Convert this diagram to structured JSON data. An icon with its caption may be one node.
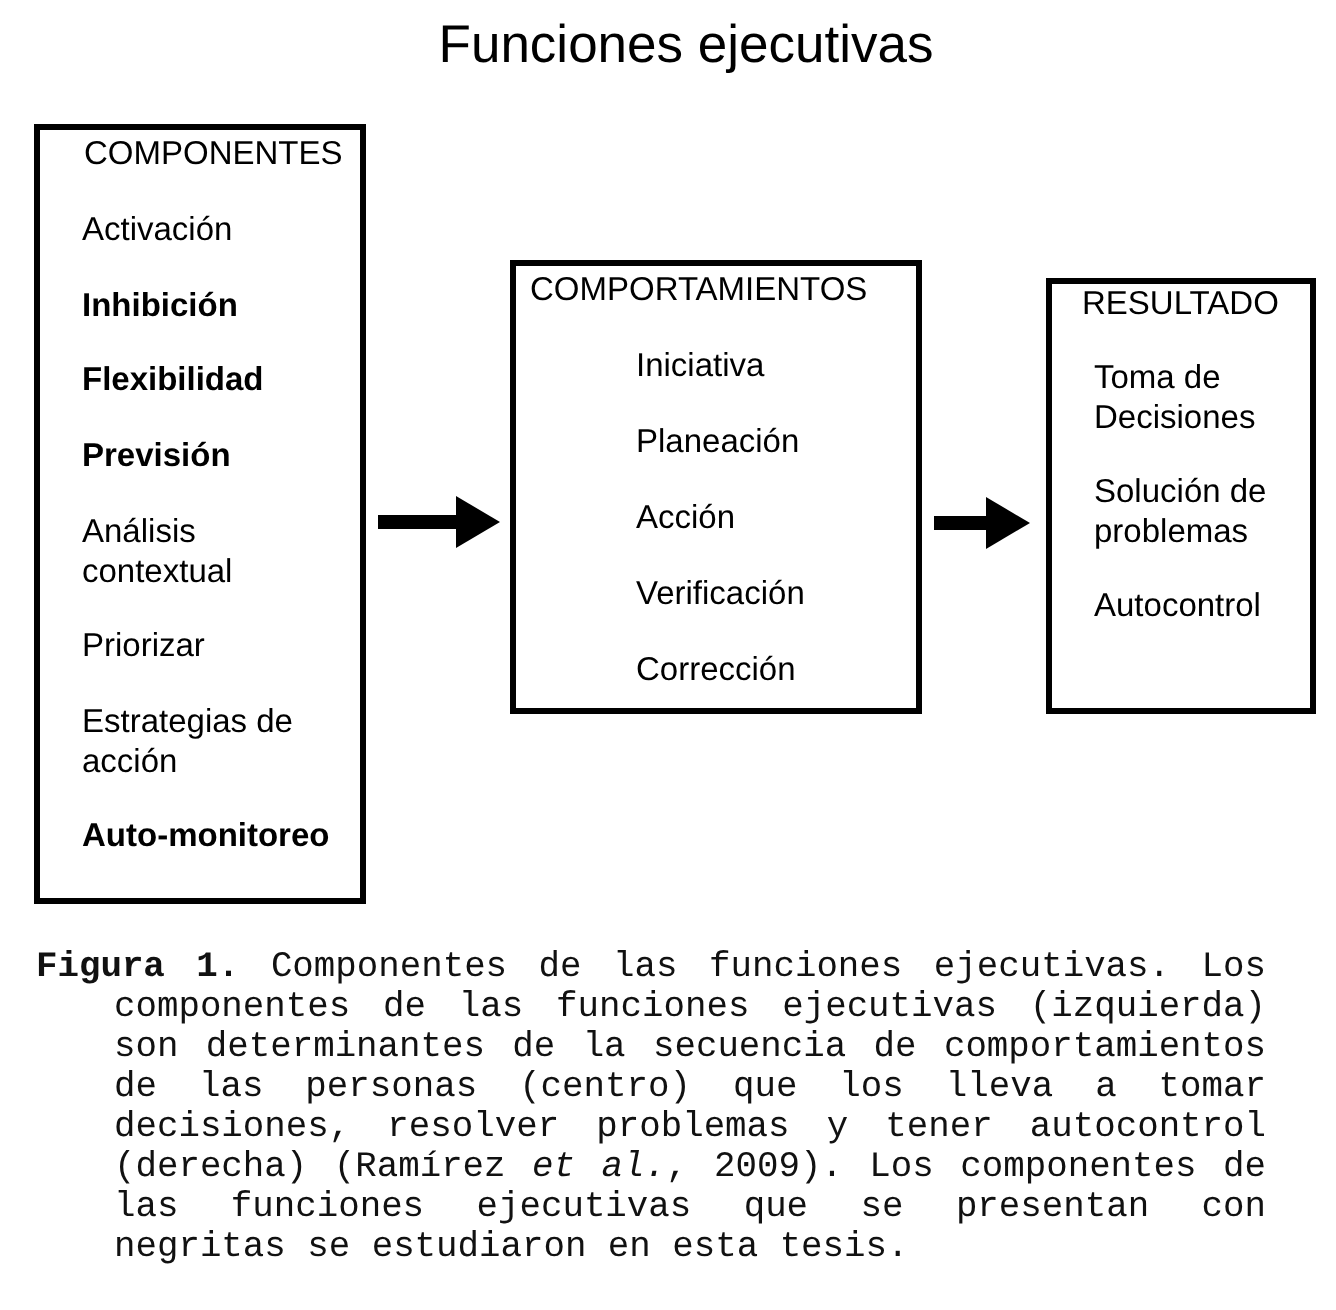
{
  "diagram": {
    "title": "Funciones ejecutivas",
    "caption": "**Figura 1.** Componentes de las funciones ejecutivas. Los componentes de las funciones ejecutivas (izquierda) son determinantes de la secuencia de comportamientos de las personas (centro) que los lleva a tomar decisiones, resolver problemas y tener autocontrol (derecha) (Ramírez *et al.*, 2009). Los componentes de las funciones ejecutivas que se presentan con negritas se estudiaron en esta tesis.",
    "nodes": [
      {
        "text": [
          "COMPONENTES",
          "Activación",
          "Inhibición",
          "Flexibilidad",
          "Previsión",
          "Análisis contextual",
          "Priorizar",
          "Estrategias de acción",
          "Auto-monitoreo"
        ]
      },
      {
        "text": [
          "COMPORTAMIENTOS",
          "Iniciativa",
          "Planeación",
          "Acción",
          "Verificación",
          "Corrección"
        ]
      },
      {
        "text": [
          "RESULTADO",
          "Toma de Decisiones",
          "Solución de problemas",
          "Autocontrol"
        ]
      }
    ],
    "edges": [
      {
        "from": 0,
        "to": 1,
        "arrow": "to"
      },
      {
        "from": 1,
        "to": 2,
        "arrow": "to"
      }
    ]
  }
}
